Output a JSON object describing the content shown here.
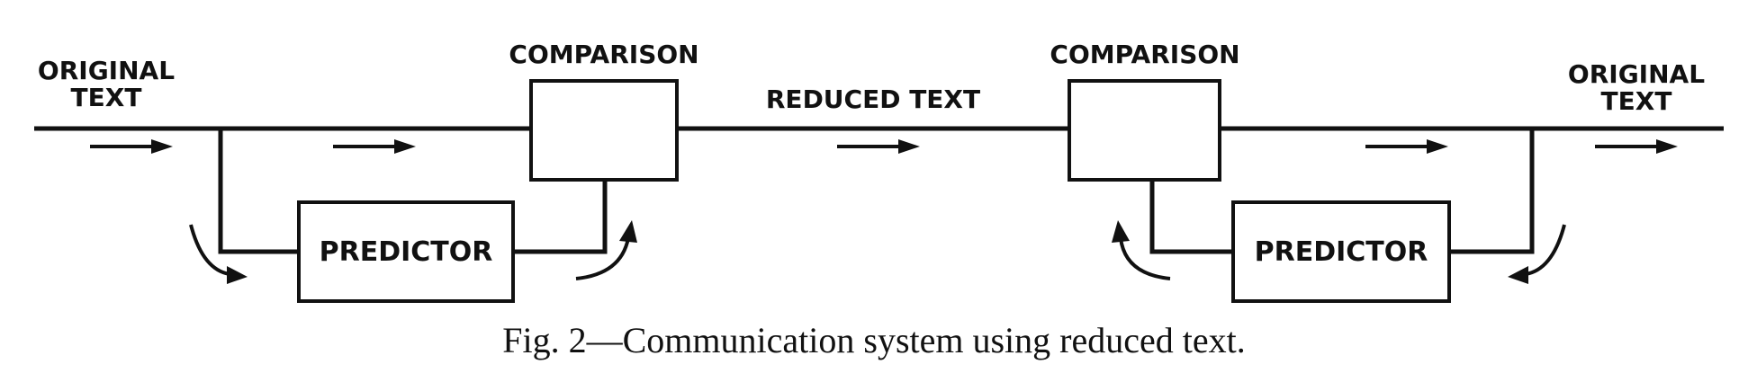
{
  "diagram": {
    "left_input_label_line1": "ORIGINAL",
    "left_input_label_line2": "TEXT",
    "left_comparison_label": "COMPARISON",
    "channel_label": "REDUCED TEXT",
    "right_comparison_label": "COMPARISON",
    "right_output_label_line1": "ORIGINAL",
    "right_output_label_line2": "TEXT",
    "left_predictor_label": "PREDICTOR",
    "right_predictor_label": "PREDICTOR"
  },
  "caption": "Fig. 2—Communication system using reduced text."
}
